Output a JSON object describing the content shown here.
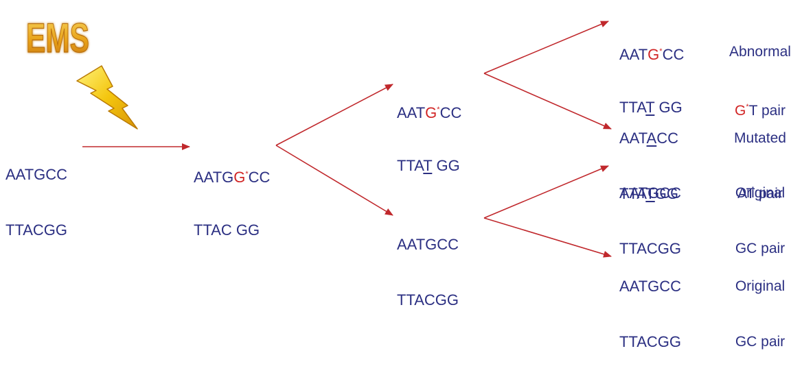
{
  "logo": {
    "text": "EMS"
  },
  "sequences": {
    "original": {
      "top": "AATGCC",
      "bottom": "TTACGG"
    },
    "alkylated": {
      "top": {
        "pre": "AATG",
        "mark": "*",
        "post": "CC",
        "base": "G"
      },
      "bottom": "TTAC GG"
    },
    "round1_upper": {
      "top": {
        "pre": "AAT",
        "base": "G",
        "mark": "*",
        "post": "CC"
      },
      "bottom": {
        "pre": "TTA",
        "underlined": "T",
        "post": " GG"
      }
    },
    "round1_lower": {
      "top": "AATGCC",
      "bottom": "TTACGG"
    },
    "result_1": {
      "top": {
        "pre": "AAT",
        "base": "G",
        "mark": "*",
        "post": "CC"
      },
      "bottom": {
        "pre": "TTA",
        "underlined": "T",
        "post": " GG"
      }
    },
    "result_2": {
      "top": {
        "pre": "AAT",
        "underlined": "A",
        "post": "CC"
      },
      "bottom": {
        "pre": "TTA",
        "underlined": "T",
        "post": "GG"
      }
    },
    "result_3": {
      "top": "AATGCC",
      "bottom": "TTACGG"
    },
    "result_4": {
      "top": "AATGCC",
      "bottom": "TTACGG"
    }
  },
  "labels": {
    "result_1": {
      "line1": "Abnormal",
      "line2_base": "G",
      "line2_mark": "*",
      "line2_rest": "T pair"
    },
    "result_2": {
      "line1": "Mutated",
      "line2": "AT pair"
    },
    "result_3": {
      "line1": "Original",
      "line2": "GC pair"
    },
    "result_4": {
      "line1": "Original",
      "line2": "GC pair"
    }
  },
  "colors": {
    "text": "#2b2f82",
    "highlight": "#d12525",
    "arrow": "#c0282c",
    "logo_fill": "#e8a21a",
    "bolt_fill": "#f2c40f"
  }
}
